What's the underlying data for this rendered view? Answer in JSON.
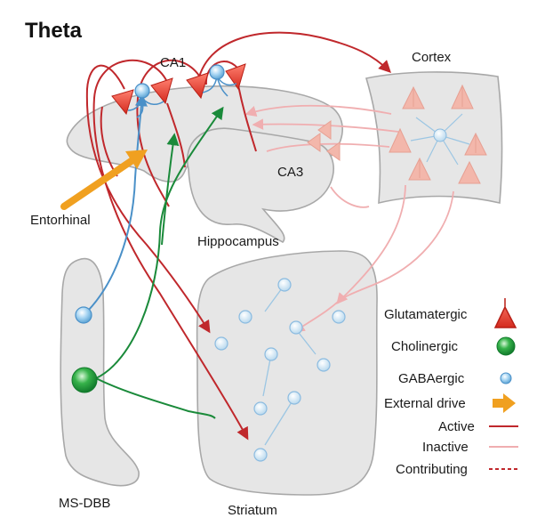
{
  "title": "Theta",
  "regions": {
    "ca1": "CA1",
    "ca3": "CA3",
    "cortex": "Cortex",
    "entorhinal": "Entorhinal",
    "hippocampus": "Hippocampus",
    "msdbb": "MS-DBB",
    "striatum": "Striatum"
  },
  "legend": {
    "glutamatergic": "Glutamatergic",
    "cholinergic": "Cholinergic",
    "gabaergic": "GABAergic",
    "external_drive": "External drive",
    "active": "Active",
    "inactive": "Inactive",
    "contributing": "Contributing"
  },
  "colors": {
    "active": "#c0282c",
    "inactive": "#f0aeb0",
    "cholinergic": "#1a8a3a",
    "gaba": "#4a90c8",
    "external": "#f0a020",
    "region_fill": "#e6e6e6",
    "region_stroke": "#a8a8a8"
  }
}
